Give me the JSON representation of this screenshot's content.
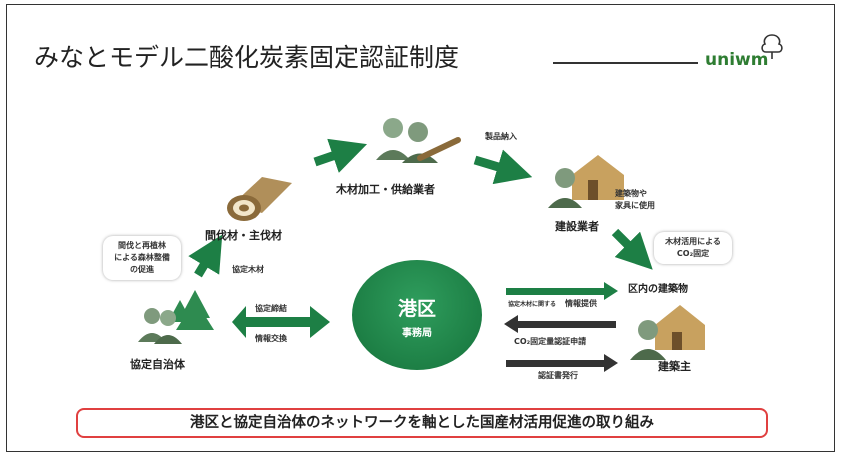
{
  "title": "みなとモデル二酸化炭素固定認証制度",
  "logo": {
    "text": "uniwm"
  },
  "center": {
    "main": "港区",
    "sub": "事務局"
  },
  "nodes": {
    "logs": "間伐材・主伐材",
    "processor": "木材加工・供給業者",
    "builder": "建設業者",
    "building": "区内の建築物",
    "owner": "建築主",
    "municipality": "協定自治体"
  },
  "flows": {
    "product_delivery": "製品納入",
    "use_in": [
      "建築物や",
      "家具に使用"
    ],
    "agreement_wood": "協定木材",
    "agreement_sign": "協定締結",
    "info_exchange": "情報交換",
    "info_provide_prefix": "協定木材に関する",
    "info_provide": "情報提供",
    "co2_apply": "CO₂固定量認証申請",
    "cert_issue": "認証書発行"
  },
  "bubbles": {
    "forest": [
      "間伐と再植林",
      "による森林整備",
      "の促進"
    ],
    "co2": [
      "木材活用による",
      "CO₂固定"
    ]
  },
  "banner": "港区と協定自治体のネットワークを軸とした国産材活用促進の取り組み",
  "colors": {
    "green": "#1d7f45",
    "dark": "#333333",
    "red": "#e04040",
    "brown": "#8a6a3a"
  }
}
